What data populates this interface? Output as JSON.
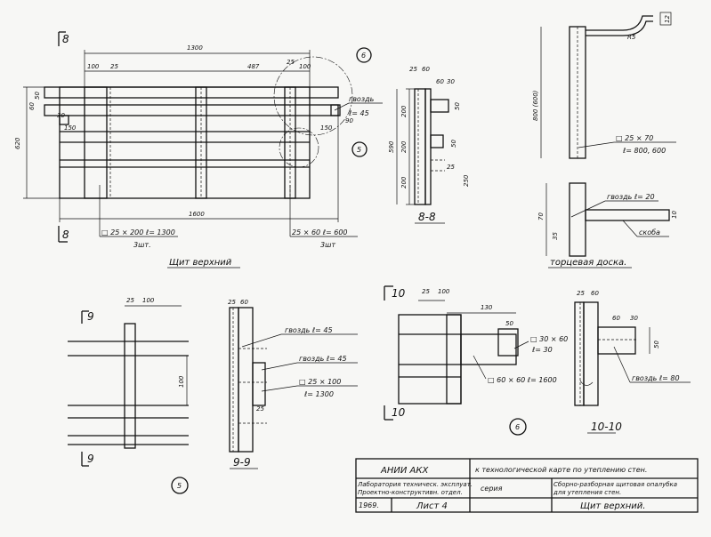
{
  "drawing": {
    "top_view": {
      "caption": "Щит верхний",
      "section_mark": "8",
      "dims": {
        "total_top": "1300",
        "d100_left": "100",
        "d25_left": "25",
        "d487": "487",
        "d25_right": "25",
        "d100_right": "100",
        "d50": "50",
        "d60": "60",
        "d30": "30",
        "d150_left": "150",
        "d150_right": "150",
        "height_620": "620",
        "total_bottom": "1600"
      },
      "callouts": {
        "nail": "гвоздь",
        "nail_len": "ℓ= 45",
        "board_top": "□ 25 × 200  ℓ= 1300",
        "board_top_qty": "3шт.",
        "board_bottom": "25 × 60  ℓ= 600",
        "board_bottom_qty": "3шт"
      },
      "circle_6": "6",
      "circle_5": "5"
    },
    "section_8": {
      "label": "8-8",
      "dims": {
        "a25": "25",
        "a60": "60",
        "a60b": "60",
        "a30": "30",
        "a50": "50",
        "a200a": "200",
        "a200b": "200",
        "a200c": "200",
        "a50b": "50",
        "a25b": "25",
        "a250": "250",
        "a590": "590",
        "a90": "90"
      }
    },
    "end_board": {
      "caption": "торцевая доска.",
      "dims": {
        "r5": "R5",
        "d12": "12",
        "h": "800 (600)",
        "d70": "70",
        "d35": "35",
        "d10": "10"
      },
      "callouts": {
        "board": "□ 25 × 70",
        "board_len": "ℓ= 800, 600",
        "nail": "гвоздь ℓ= 20",
        "sprout": "скоба"
      }
    },
    "view_9": {
      "mark": "9",
      "dims": {
        "a25": "25",
        "a100": "100",
        "a100v": "100"
      }
    },
    "section_9": {
      "label": "9-9",
      "dims": {
        "a25": "25",
        "a60": "60",
        "a25b": "25"
      },
      "callouts": {
        "nail1": "гвоздь ℓ= 45",
        "nail2": "гвоздь ℓ= 45",
        "board": "□ 25 × 100",
        "board_len": "ℓ= 1300"
      },
      "circle_5": "5"
    },
    "view_10": {
      "mark": "10",
      "dims": {
        "a25": "25",
        "a100": "100",
        "a130": "130",
        "a50": "50"
      },
      "callouts": {
        "small": "□ 30 × 60",
        "small_len": "ℓ= 30",
        "big": "□ 60 × 60  ℓ= 1600"
      },
      "circle_6": "6"
    },
    "section_10": {
      "label": "10-10",
      "dims": {
        "a25": "25",
        "a60": "60",
        "a60b": "60",
        "a30": "30",
        "a50": "50"
      },
      "callouts": {
        "nail": "гвоздь ℓ= 80"
      }
    },
    "title_block": {
      "org": "АНИИ АКХ",
      "title": "к технологической карте по утеплению стен.",
      "lab": "Лаборатория техническ. эксплуат.",
      "lab2": "Проектно-конструктивн. отдел.",
      "series": "серия",
      "desc": "Сборно-разборная щитовая опалубка",
      "desc2": "для утепления стен.",
      "year": "1969.",
      "sheet": "Лист 4",
      "name": "Щит верхний."
    }
  }
}
